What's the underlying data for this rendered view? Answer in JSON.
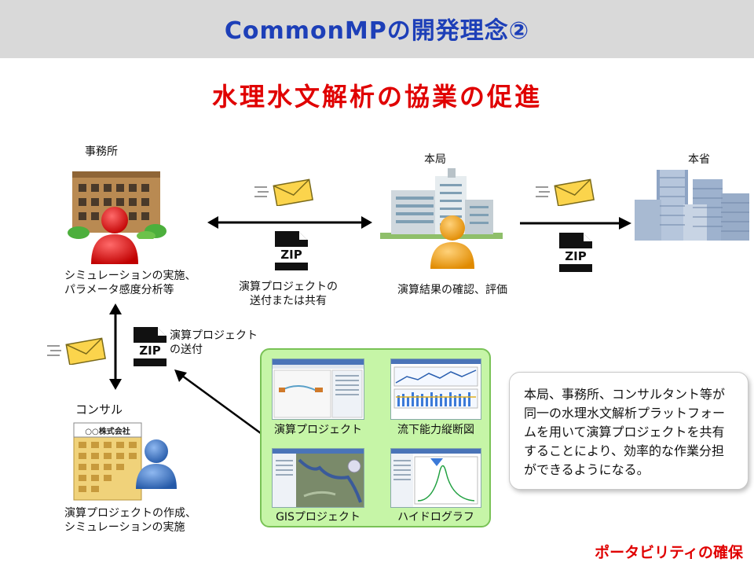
{
  "header": {
    "title": "CommonMPの開発理念②",
    "subtitle": "水理水文解析の協業の促進"
  },
  "entities": {
    "jimusho": {
      "label": "事務所",
      "desc_lines": [
        "シミュレーションの実施、",
        "パラメータ感度分析等"
      ]
    },
    "honkyoku": {
      "label": "本局",
      "desc": "演算結果の確認、評価"
    },
    "honsho": {
      "label": "本省"
    },
    "consultant": {
      "label": "コンサル",
      "company_sign": "○○株式会社",
      "desc_lines": [
        "演算プロジェクトの作成、",
        "シミュレーションの実施"
      ]
    }
  },
  "exchange": {
    "center_lines": [
      "演算プロジェクトの",
      "送付または共有"
    ],
    "left_lines": [
      "演算プロジェクト",
      "の送付"
    ],
    "zip_label": "ZIP"
  },
  "screenshots": [
    {
      "label": "演算プロジェクト"
    },
    {
      "label": "流下能力縦断図"
    },
    {
      "label": "GISプロジェクト"
    },
    {
      "label": "ハイドログラフ"
    }
  ],
  "callout": {
    "lines": [
      "本局、事務所、コンサルタント等が",
      "同一の水理水文解析プラットフォー",
      "ムを用いて演算プロジェクトを共有",
      "することにより、効率的な作業分担",
      "ができるようになる。"
    ]
  },
  "footer": "ポータビリティの確保",
  "colors": {
    "title": "#1d3fb8",
    "subtitle": "#e00000",
    "panel_bg": "#c6f5a7",
    "person_red": "#e8141c",
    "person_orange": "#f6a11c",
    "person_blue": "#3b78c8"
  }
}
